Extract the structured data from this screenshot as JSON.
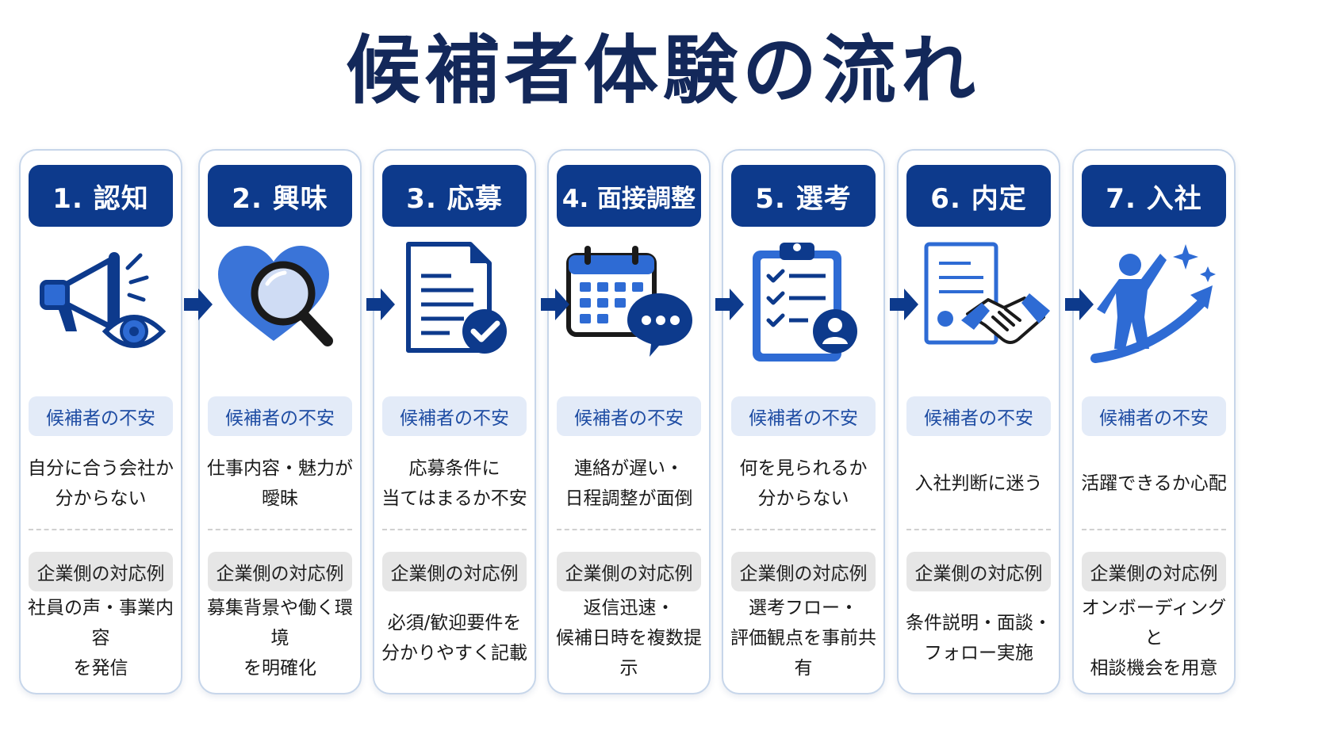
{
  "title": "候補者体験の流れ",
  "worry_label": "候補者の不安",
  "action_label": "企業側の対応例",
  "colors": {
    "navy": "#0d3a8c",
    "blue": "#2e6bd4",
    "light_blue": "#e3ebf8",
    "title": "#13285a"
  },
  "steps": [
    {
      "label": "1. 認知",
      "icon": "megaphone-eye-icon",
      "worry": "自分に合う会社か\n分からない",
      "action": "社員の声・事業内容\nを発信"
    },
    {
      "label": "2. 興味",
      "icon": "heart-magnifier-icon",
      "worry": "仕事内容・魅力が\n曖昧",
      "action": "募集背景や働く環境\nを明確化"
    },
    {
      "label": "3. 応募",
      "icon": "document-check-icon",
      "worry": "応募条件に\n当てはまるか不安",
      "action": "必須/歓迎要件を\n分かりやすく記載"
    },
    {
      "label": "4. 面接調整",
      "icon": "calendar-chat-icon",
      "worry": "連絡が遅い・\n日程調整が面倒",
      "action": "返信迅速・\n候補日時を複数提示"
    },
    {
      "label": "5. 選考",
      "icon": "clipboard-checklist-icon",
      "worry": "何を見られるか\n分からない",
      "action": "選考フロー・\n評価観点を事前共有"
    },
    {
      "label": "6. 内定",
      "icon": "contract-handshake-icon",
      "worry": "入社判断に迷う",
      "action": "条件説明・面談・\nフォロー実施"
    },
    {
      "label": "7. 入社",
      "icon": "person-growth-icon",
      "worry": "活躍できるか心配",
      "action": "オンボーディングと\n相談機会を用意"
    }
  ]
}
